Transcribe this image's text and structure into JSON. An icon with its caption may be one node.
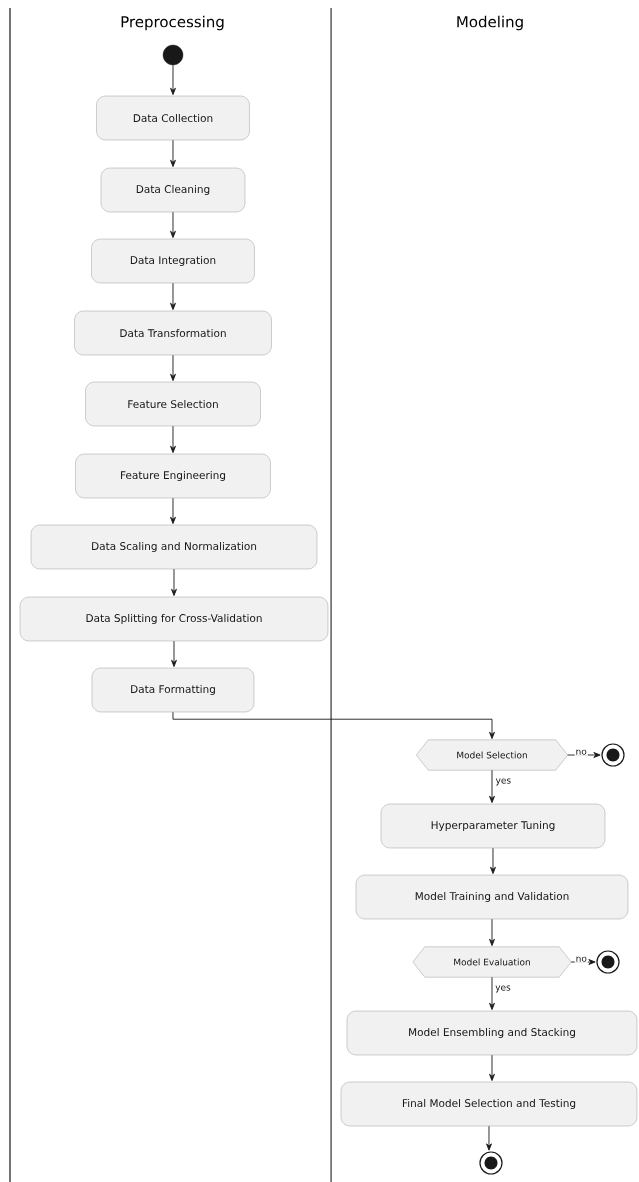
{
  "diagram": {
    "nodes": [
      {
        "text": [],
        "shape": "circle"
      },
      {
        "text": [
          "Data Collection"
        ]
      },
      {
        "text": [
          "Data Cleaning"
        ]
      },
      {
        "text": [
          "Data Integration"
        ]
      },
      {
        "text": [
          "Data Transformation"
        ]
      },
      {
        "text": [
          "Feature Selection"
        ]
      },
      {
        "text": [
          "Feature Engineering"
        ]
      },
      {
        "text": [
          "Data Scaling and Normalization"
        ]
      },
      {
        "text": [
          "Data Splitting for Cross-Validation"
        ]
      },
      {
        "text": [
          "Data Formatting"
        ]
      },
      {
        "text": [
          "Model Selection"
        ]
      },
      {
        "text": [],
        "shape": "circle"
      },
      {
        "text": [
          "Hyperparameter Tuning"
        ]
      },
      {
        "text": [
          "Model Training and Validation"
        ]
      },
      {
        "text": [
          "Model Evaluation"
        ]
      },
      {
        "text": [],
        "shape": "circle"
      },
      {
        "text": [
          "Model Ensembling and Stacking"
        ]
      },
      {
        "text": [
          "Final Model Selection and Testing"
        ]
      },
      {
        "text": [],
        "shape": "circle"
      }
    ],
    "edges": [
      {
        "from": 0,
        "to": 1,
        "arrow": "to"
      },
      {
        "from": 1,
        "to": 2,
        "arrow": "to"
      },
      {
        "from": 2,
        "to": 3,
        "arrow": "to"
      },
      {
        "from": 3,
        "to": 4,
        "arrow": "to"
      },
      {
        "from": 4,
        "to": 5,
        "arrow": "to"
      },
      {
        "from": 5,
        "to": 6,
        "arrow": "to"
      },
      {
        "from": 6,
        "to": 7,
        "arrow": "to"
      },
      {
        "from": 7,
        "to": 8,
        "arrow": "to"
      },
      {
        "from": 8,
        "to": 9,
        "arrow": "to"
      },
      {
        "from": 9,
        "to": 10,
        "arrow": "to"
      },
      {
        "from": 10,
        "to": 11,
        "arrow": "to",
        "label": "no"
      },
      {
        "from": 10,
        "to": 12,
        "arrow": "to",
        "label": "yes"
      },
      {
        "from": 12,
        "to": 13,
        "arrow": "to"
      },
      {
        "from": 13,
        "to": 14,
        "arrow": "to"
      },
      {
        "from": 14,
        "to": 15,
        "arrow": "to",
        "label": "no"
      },
      {
        "from": 14,
        "to": 16,
        "arrow": "to",
        "label": "yes"
      },
      {
        "from": 16,
        "to": 17,
        "arrow": "to"
      },
      {
        "from": 17,
        "to": 18,
        "arrow": "to"
      }
    ],
    "labels": [
      "Preprocessing",
      "Modeling"
    ]
  }
}
